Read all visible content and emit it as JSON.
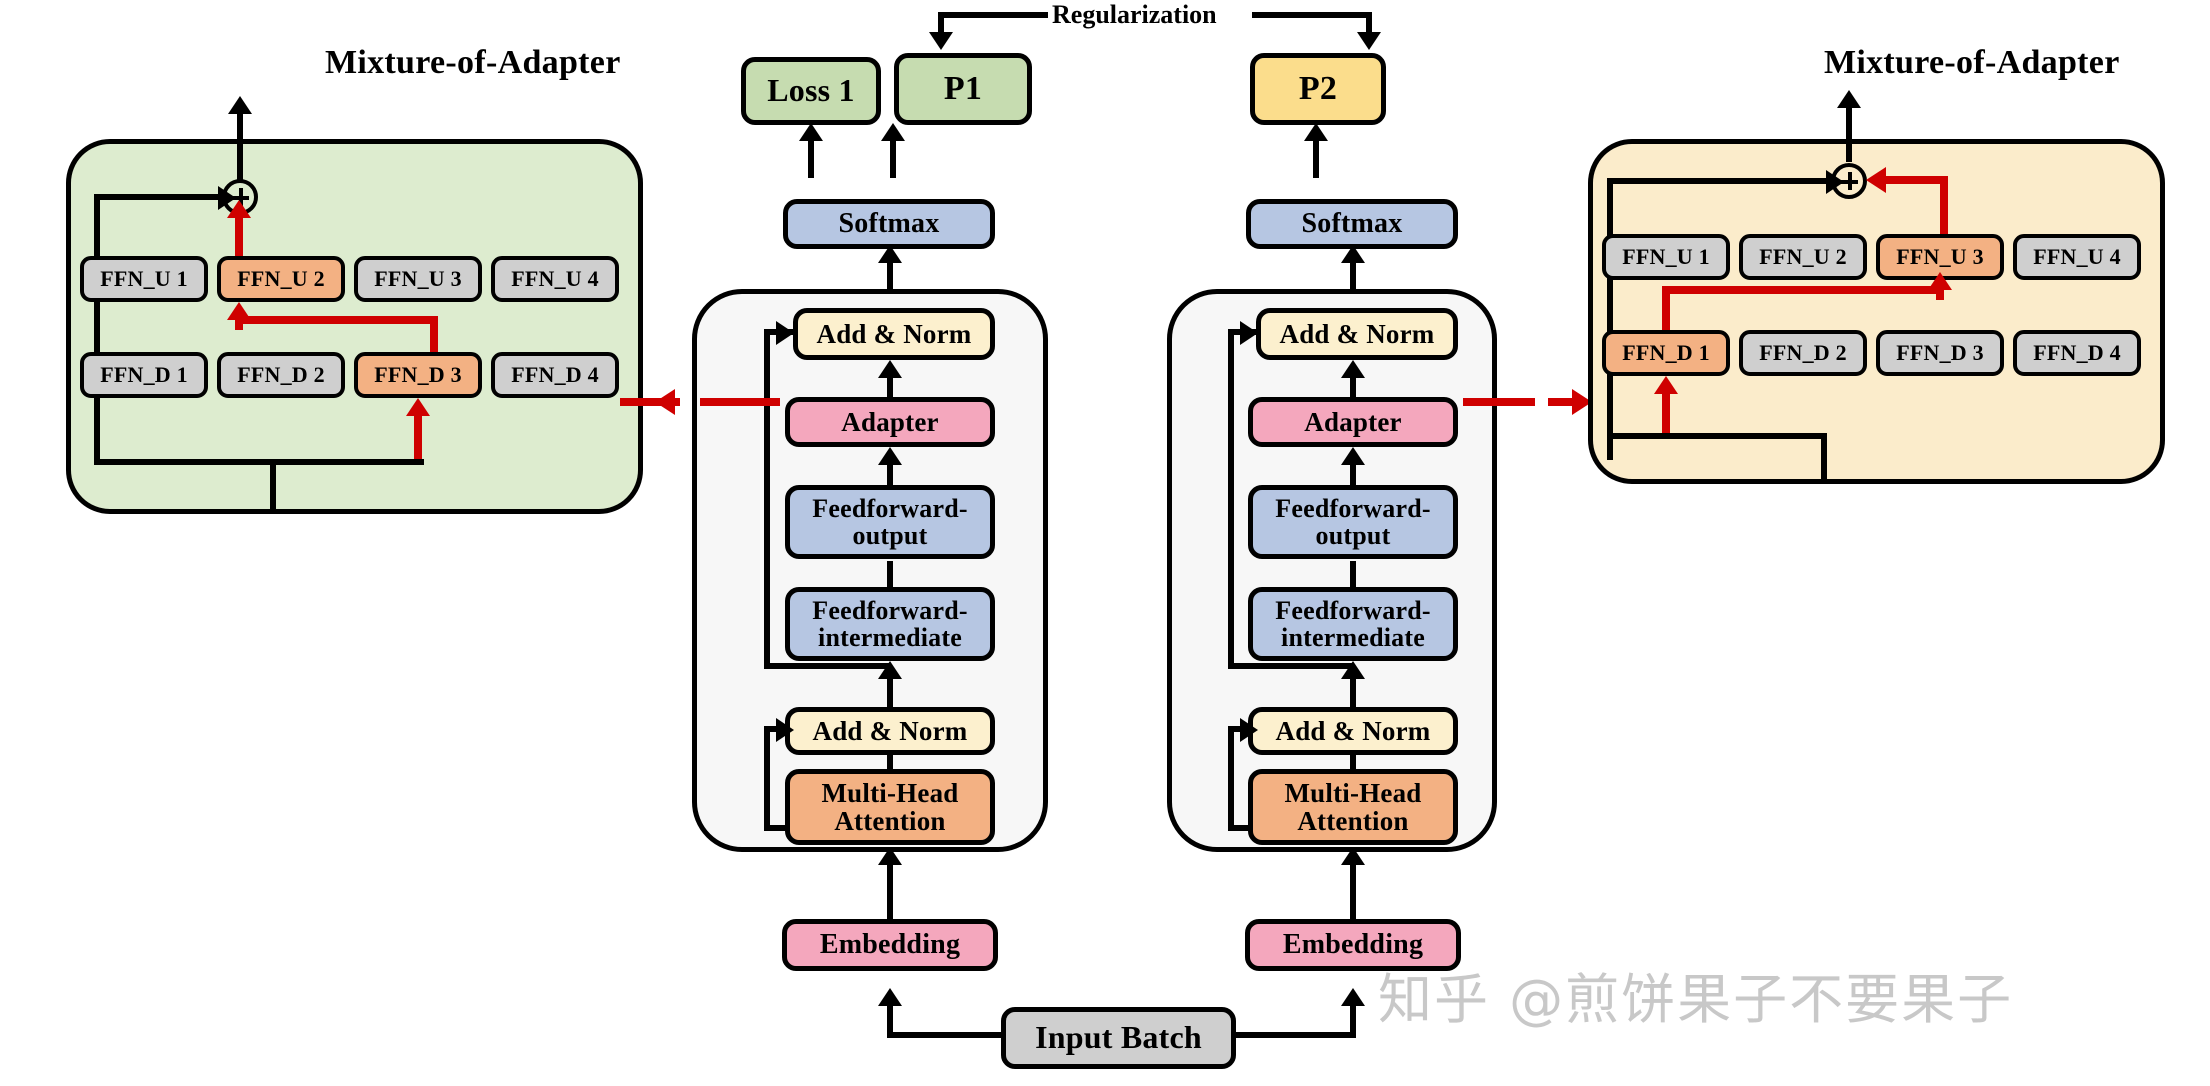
{
  "figure": {
    "title_left": "Mixture-of-Adapter",
    "title_right": "Mixture-of-Adapter",
    "regularization_label": "Regularization",
    "watermark": "知乎 @煎饼果子不要果子"
  },
  "colors": {
    "green_fill": "#c6dcb0",
    "green_panel": "#ddeccf",
    "yellow_fill": "#fbdd8c",
    "yellow_panel": "#fbeccb",
    "blue_fill": "#b6c6e2",
    "cream_fill": "#fcf0ce",
    "pink_fill": "#f4a7bd",
    "orange_fill": "#f3b183",
    "grey_fill": "#cfcfcf",
    "white_panel": "#f7f7f7",
    "red_arrow": "#cf0000",
    "stroke": "#000000",
    "watermark": "#c8c8c8"
  },
  "left_adapter": {
    "title": "Mixture-of-Adapter",
    "up_row": [
      {
        "label": "FFN_U 1",
        "active": false
      },
      {
        "label": "FFN_U 2",
        "active": true
      },
      {
        "label": "FFN_U 3",
        "active": false
      },
      {
        "label": "FFN_U 4",
        "active": false
      }
    ],
    "down_row": [
      {
        "label": "FFN_D 1",
        "active": false
      },
      {
        "label": "FFN_D 2",
        "active": false
      },
      {
        "label": "FFN_D 3",
        "active": true
      },
      {
        "label": "FFN_D 4",
        "active": false
      }
    ],
    "combine_icon": "circled-plus-icon"
  },
  "right_adapter": {
    "title": "Mixture-of-Adapter",
    "up_row": [
      {
        "label": "FFN_U 1",
        "active": false
      },
      {
        "label": "FFN_U 2",
        "active": false
      },
      {
        "label": "FFN_U 3",
        "active": true
      },
      {
        "label": "FFN_U 4",
        "active": false
      }
    ],
    "down_row": [
      {
        "label": "FFN_D 1",
        "active": true
      },
      {
        "label": "FFN_D 2",
        "active": false
      },
      {
        "label": "FFN_D 3",
        "active": false
      },
      {
        "label": "FFN_D 4",
        "active": false
      }
    ],
    "combine_icon": "circled-plus-icon"
  },
  "left_branch": {
    "loss": "Loss 1",
    "prediction": "P1",
    "softmax": "Softmax",
    "add_norm_top": "Add &  Norm",
    "adapter": "Adapter",
    "ffn_output": "Feedforward-\noutput",
    "ffn_output_line1": "Feedforward-",
    "ffn_output_line2": "output",
    "ffn_intermediate_line1": "Feedforward-",
    "ffn_intermediate_line2": "intermediate",
    "add_norm_bottom": "Add & Norm",
    "attention_line1": "Multi-Head",
    "attention_line2": "Attention",
    "embedding": "Embedding"
  },
  "right_branch": {
    "prediction": "P2",
    "softmax": "Softmax",
    "add_norm_top": "Add &  Norm",
    "adapter": "Adapter",
    "ffn_output_line1": "Feedforward-",
    "ffn_output_line2": "output",
    "ffn_intermediate_line1": "Feedforward-",
    "ffn_intermediate_line2": "intermediate",
    "add_norm_bottom": "Add & Norm",
    "attention_line1": "Multi-Head",
    "attention_line2": "Attention",
    "embedding": "Embedding"
  },
  "input": {
    "label": "Input Batch"
  }
}
